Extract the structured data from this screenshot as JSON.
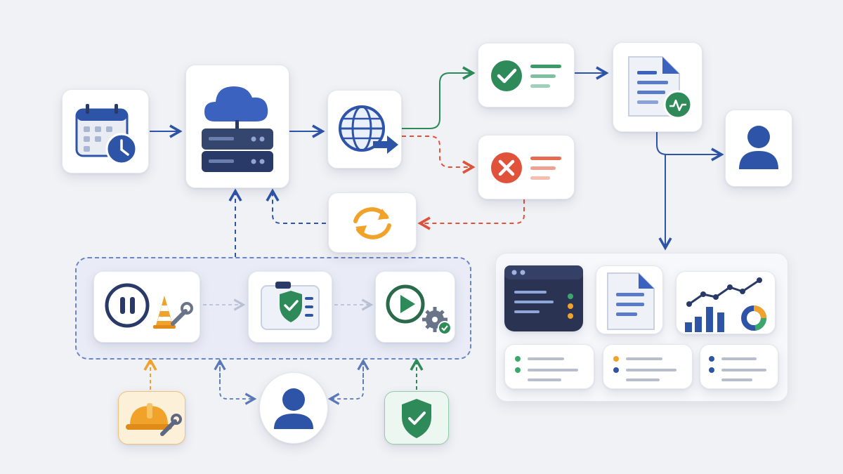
{
  "diagram": {
    "colors": {
      "blue": "#2e54a8",
      "navy": "#2a3a68",
      "green": "#2e8a58",
      "red": "#e0523a",
      "orange": "#f0a22a",
      "gray": "#9aa3b5"
    },
    "nodes": [
      {
        "id": "scheduler",
        "icon": "calendar-clock-icon"
      },
      {
        "id": "cloud-server",
        "icon": "cloud-server-icon"
      },
      {
        "id": "network-request",
        "icon": "globe-arrow-icon"
      },
      {
        "id": "success-result",
        "icon": "check-circle-icon"
      },
      {
        "id": "failure-result",
        "icon": "x-circle-icon"
      },
      {
        "id": "retry",
        "icon": "refresh-icon"
      },
      {
        "id": "report-document",
        "icon": "document-pulse-icon"
      },
      {
        "id": "recipient-user",
        "icon": "user-icon"
      },
      {
        "id": "maintenance-pause",
        "icon": "pause-wrench-icon"
      },
      {
        "id": "security-checklist",
        "icon": "shield-checklist-icon"
      },
      {
        "id": "resume-automation",
        "icon": "play-gear-icon"
      },
      {
        "id": "maintenance-worker",
        "icon": "hardhat-wrench-icon"
      },
      {
        "id": "operator-user",
        "icon": "user-icon"
      },
      {
        "id": "security-approval",
        "icon": "shield-check-icon"
      }
    ],
    "dashboard": {
      "widgets": [
        "terminal-icon",
        "document-icon",
        "analytics-chart-icon"
      ],
      "list_cards": [
        {
          "dots": [
            "green",
            "green"
          ]
        },
        {
          "dots": [
            "orange",
            "blue"
          ]
        },
        {
          "dots": [
            "blue",
            "blue"
          ]
        }
      ]
    }
  }
}
